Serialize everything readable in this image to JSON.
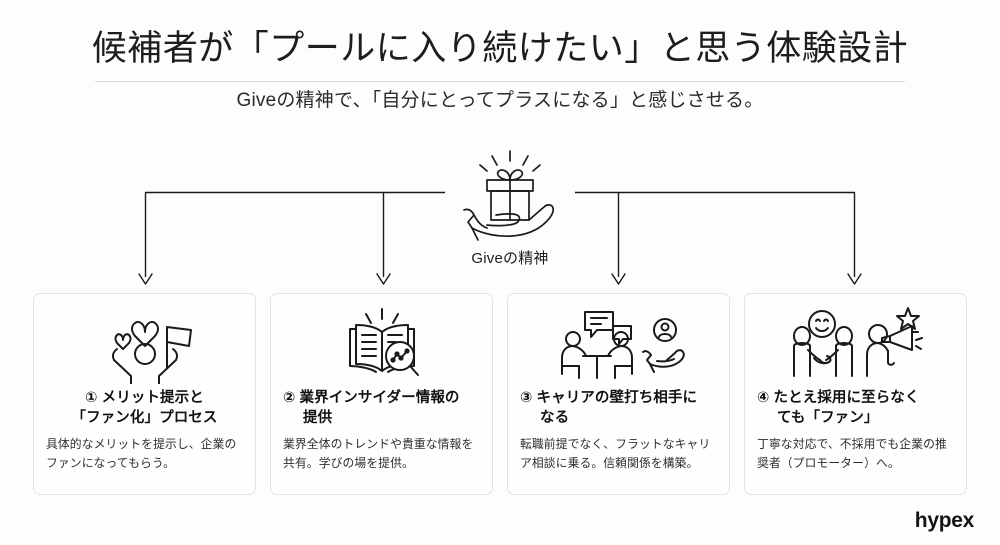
{
  "slide": {
    "title": "候補者が「プールに入り続けたい」と思う体験設計",
    "subtitle": "Giveの精神で、「自分にとってプラスになる」と感じさせる。",
    "logo": "hypex",
    "background_color": "#fdfdfc",
    "rule_color": "#d9d9d6",
    "line_color": "#1a1a1a",
    "card_border_color": "#e3e3e0"
  },
  "hub": {
    "label": "Giveの精神",
    "icon": "gift-on-hand-icon"
  },
  "cards": [
    {
      "number": "①",
      "title": "① メリット提示と\n「ファン化」プロセス",
      "title_line1": "① メリット提示と",
      "title_line2": "「ファン化」プロセス",
      "title_align": "centered",
      "body": "具体的なメリットを提示し、企業のファンになってもらう。",
      "icon": "cheering-person-with-hearts-and-flag-icon"
    },
    {
      "number": "②",
      "title": "② 業界インサイダー情報の提供",
      "title_line1": "② 業界インサイダー情報の",
      "title_line2": "提供",
      "title_align": "hang",
      "body": "業界全体のトレンドや貴重な情報を共有。学びの場を提供。",
      "icon": "open-book-with-magnifier-chart-icon"
    },
    {
      "number": "③",
      "title": "③ キャリアの壁打ち相手になる",
      "title_line1": "③ キャリアの壁打ち相手に",
      "title_line2": "なる",
      "title_align": "hang",
      "body": "転職前提でなく、フラットなキャリア相談に乗る。信頼関係を構築。",
      "icon": "two-people-talking-at-table-with-hand-holding-person-icon"
    },
    {
      "number": "④",
      "title": "④ たとえ採用に至らなくても「ファン」",
      "title_line1": "④ たとえ採用に至らなく",
      "title_line2": "ても「ファン」",
      "title_align": "hang",
      "body": "丁寧な対応で、不採用でも企業の推奨者（プロモーター）へ。",
      "icon": "handshake-with-smiley-and-megaphone-icon"
    }
  ]
}
